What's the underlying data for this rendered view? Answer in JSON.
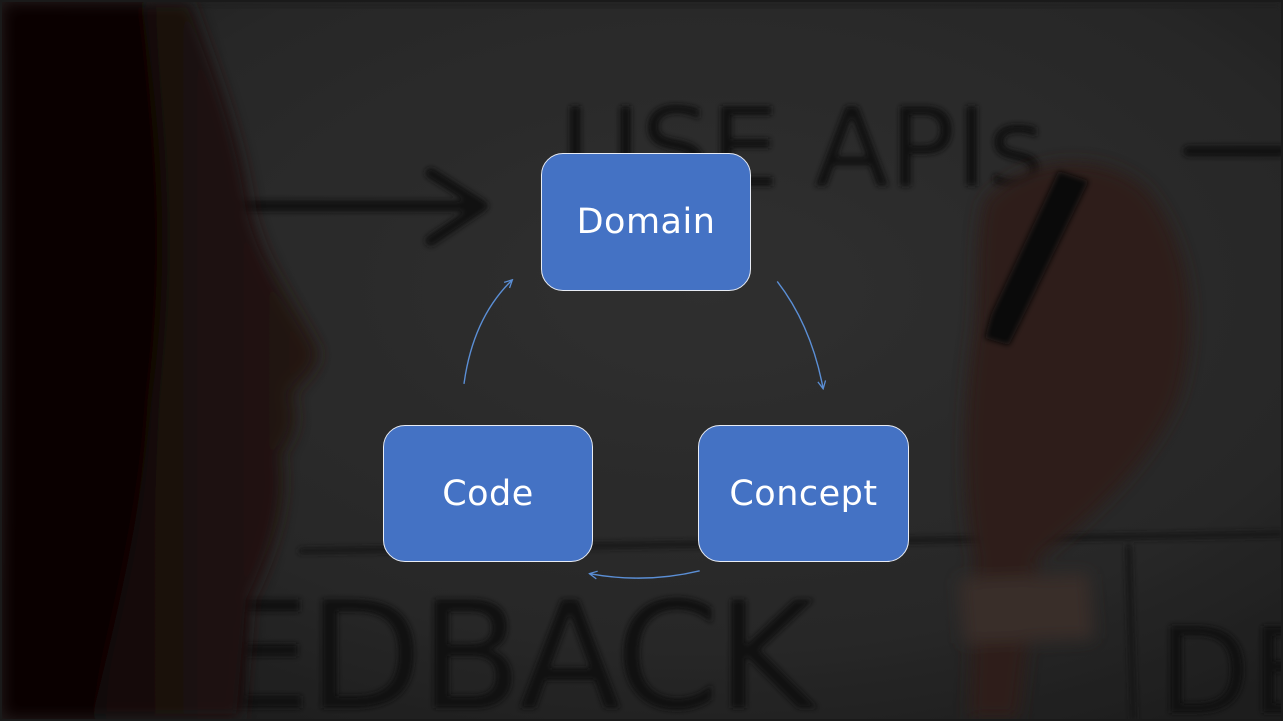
{
  "slide": {
    "nodes": {
      "domain": "Domain",
      "concept": "Concept",
      "code": "Code"
    },
    "background_text": {
      "apis": "USE APIs",
      "feedback": "EDBACK",
      "corner": "DE"
    },
    "colors": {
      "node_fill": "#4472c4",
      "node_border": "#e8ecf4",
      "arrow": "#5b8fd6"
    }
  }
}
